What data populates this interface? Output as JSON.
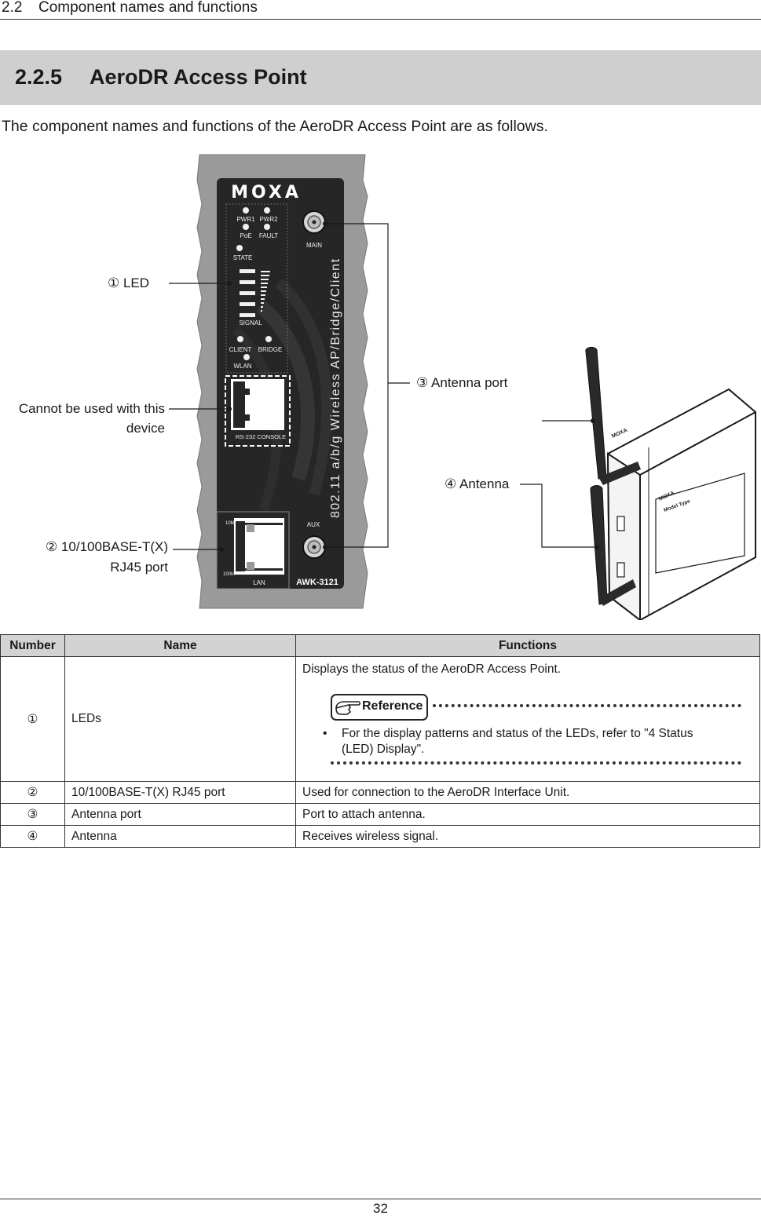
{
  "header": {
    "number": "2.2",
    "title": "Component names and functions"
  },
  "section": {
    "number": "2.2.5",
    "title": "AeroDR Access Point"
  },
  "intro": "The component names and functions of the AeroDR Access Point are as follows.",
  "device": {
    "brand": "MOXA",
    "model": "AWK-3121",
    "vertical_text": "802.11 a/b/g Wireless AP/Bridge/Client",
    "led_labels": [
      "PWR1",
      "PWR2",
      "PoE",
      "FAULT",
      "STATE",
      "SIGNAL",
      "CLIENT",
      "BRIDGE",
      "WLAN"
    ],
    "port_labels": {
      "main": "MAIN",
      "aux": "AUX",
      "console": "RS-232 CONSOLE",
      "lan": "LAN",
      "speed_10": "10M",
      "speed_100": "100M"
    },
    "side_label": "Model Type"
  },
  "callouts": {
    "led": "① LED",
    "console_line1": "Cannot be used with this",
    "console_line2": "device",
    "port_line1": "② 10/100BASE-T(X)",
    "port_line2": "RJ45 port",
    "antenna_port": "③ Antenna port",
    "antenna": "④ Antenna"
  },
  "table": {
    "headers": [
      "Number",
      "Name",
      "Functions"
    ],
    "rows": [
      {
        "number": "①",
        "name": "LEDs",
        "function": "Displays the status of the AeroDR Access Point."
      },
      {
        "number": "②",
        "name": "10/100BASE-T(X) RJ45 port",
        "function": "Used for connection to the AeroDR Interface Unit."
      },
      {
        "number": "③",
        "name": "Antenna port",
        "function": "Port to attach antenna."
      },
      {
        "number": "④",
        "name": "Antenna",
        "function": "Receives wireless signal."
      }
    ],
    "reference": {
      "badge": "Reference",
      "bullet": "•",
      "line1": "For the display patterns and status of the LEDs, refer to \"4 Status",
      "line2": "(LED) Display\"."
    }
  },
  "page_number": "32"
}
